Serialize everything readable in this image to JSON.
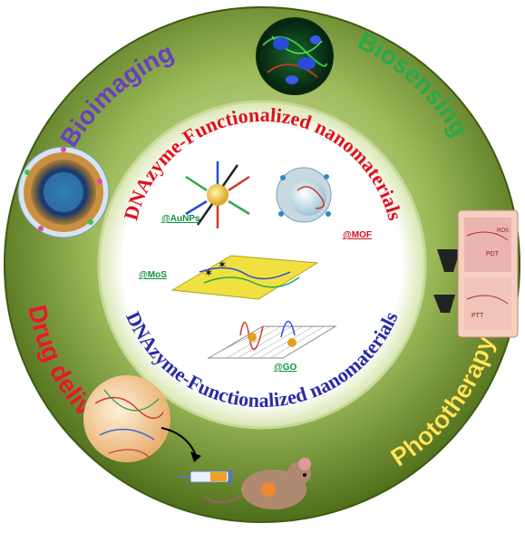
{
  "ring": {
    "bioimaging": "Bioimaging",
    "biosensing": "Biosensing",
    "phototherapy": "Phototherapy",
    "drug_delivery": "Drug delivery"
  },
  "center": {
    "top_arc": "DNAzyme-Functionalized nanomaterials",
    "bottom_arc": "DNAzyme-Functionalized nanomaterials",
    "tags": {
      "aunps": "@AuNPs",
      "mof": "@MOF",
      "mos2": "@MoS",
      "go": "@GO"
    }
  },
  "phototherapy_panel": {
    "ptt": "PTT",
    "pdt": "PDT",
    "ros": "ROS"
  },
  "colors": {
    "ring_outer": "#6a8a2a",
    "ring_inner": "#b8d080",
    "bioimaging": "#6a3fbf",
    "biosensing": "#2aa84a",
    "phototherapy": "#ffe85a",
    "drug_delivery": "#e8182a",
    "tag_red": "#d01020",
    "tag_green": "#109040"
  }
}
